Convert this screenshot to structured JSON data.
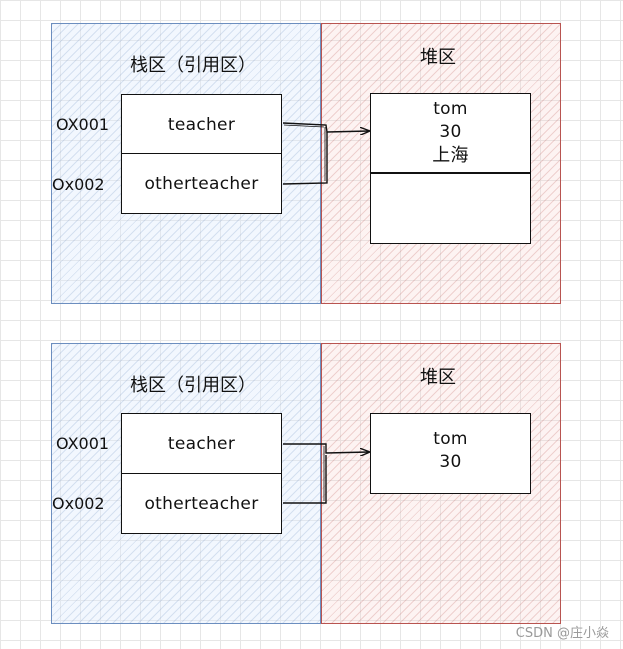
{
  "panels": [
    {
      "stack_title": "栈区（引用区）",
      "heap_title": "堆区",
      "vars": [
        {
          "address": "OX001",
          "name": "teacher"
        },
        {
          "address": "Ox002",
          "name": "otherteacher"
        }
      ],
      "object_lines": [
        "tom",
        "30",
        "上海"
      ]
    },
    {
      "stack_title": "栈区（引用区）",
      "heap_title": "堆区",
      "vars": [
        {
          "address": "OX001",
          "name": "teacher"
        },
        {
          "address": "Ox002",
          "name": "otherteacher"
        }
      ],
      "object_lines": [
        "tom",
        "30"
      ]
    }
  ],
  "watermark": "CSDN @庄小焱"
}
